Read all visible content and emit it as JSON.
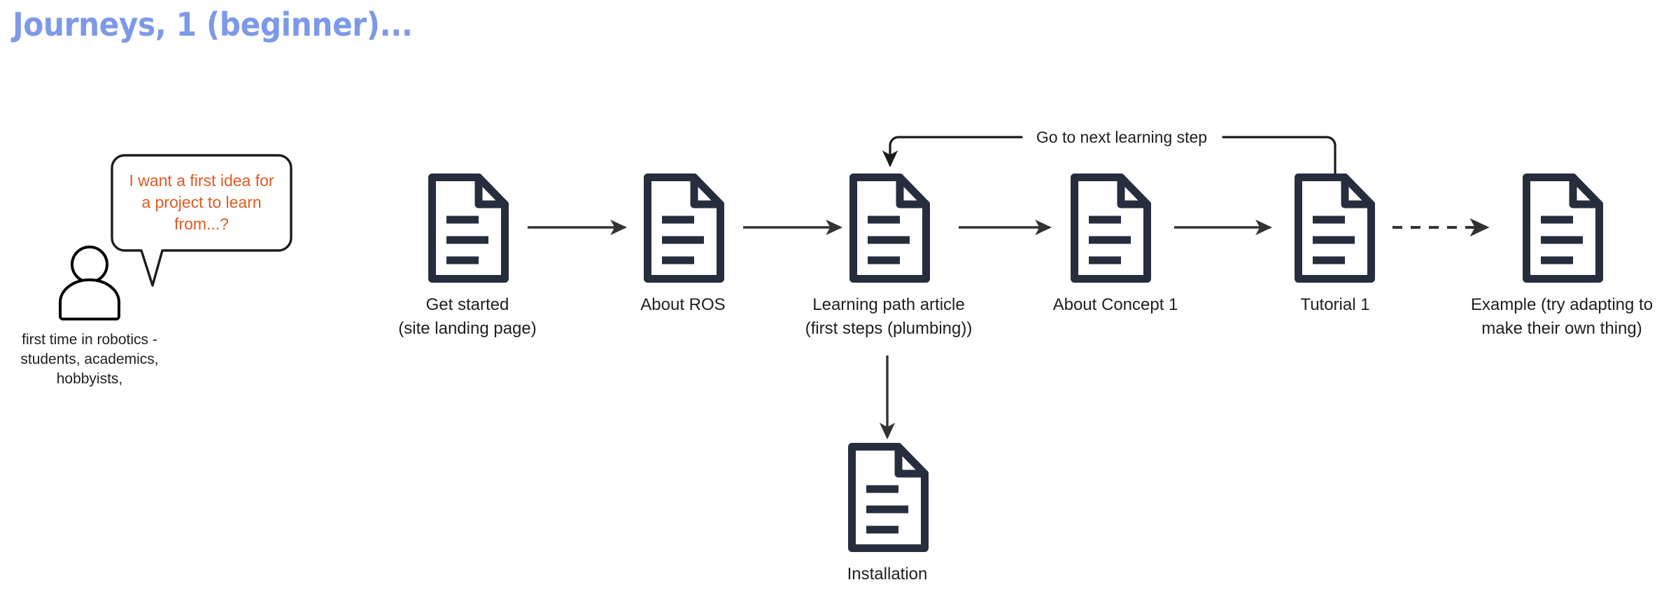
{
  "page": {
    "title": "Journeys, 1 (beginner)...",
    "title_color": "#7d99e8",
    "background": "#ffffff"
  },
  "persona": {
    "icon": "person-icon",
    "speech_bubble": {
      "lines": [
        "I want a first idea for",
        "a project to learn",
        "from...?"
      ],
      "text_color": "#e05a22"
    },
    "caption_lines": [
      "first time in robotics -",
      "students, academics,",
      "hobbyists,"
    ]
  },
  "diagram": {
    "type": "flowchart",
    "node_icon": "document-icon",
    "node_color": "#262d3d",
    "nodes": [
      {
        "id": "get-started",
        "label_lines": [
          "Get started",
          "(site landing page)"
        ]
      },
      {
        "id": "about-ros",
        "label_lines": [
          "About ROS"
        ]
      },
      {
        "id": "learning-path",
        "label_lines": [
          "Learning path article",
          "(first steps (plumbing))"
        ]
      },
      {
        "id": "about-concept",
        "label_lines": [
          "About Concept 1"
        ]
      },
      {
        "id": "tutorial-1",
        "label_lines": [
          "Tutorial 1"
        ]
      },
      {
        "id": "example",
        "label_lines": [
          "Example (try adapting to",
          "make their own thing)"
        ]
      },
      {
        "id": "installation",
        "label_lines": [
          "Installation"
        ]
      }
    ],
    "edges": [
      {
        "from": "get-started",
        "to": "about-ros",
        "style": "solid",
        "label": ""
      },
      {
        "from": "about-ros",
        "to": "learning-path",
        "style": "solid",
        "label": ""
      },
      {
        "from": "learning-path",
        "to": "about-concept",
        "style": "solid",
        "label": ""
      },
      {
        "from": "about-concept",
        "to": "tutorial-1",
        "style": "solid",
        "label": ""
      },
      {
        "from": "tutorial-1",
        "to": "example",
        "style": "dashed",
        "label": ""
      },
      {
        "from": "learning-path",
        "to": "installation",
        "style": "solid",
        "label": ""
      },
      {
        "from": "tutorial-1",
        "to": "learning-path",
        "style": "solid",
        "label": "Go to next learning step"
      }
    ],
    "loop_label": "Go to next learning step"
  }
}
